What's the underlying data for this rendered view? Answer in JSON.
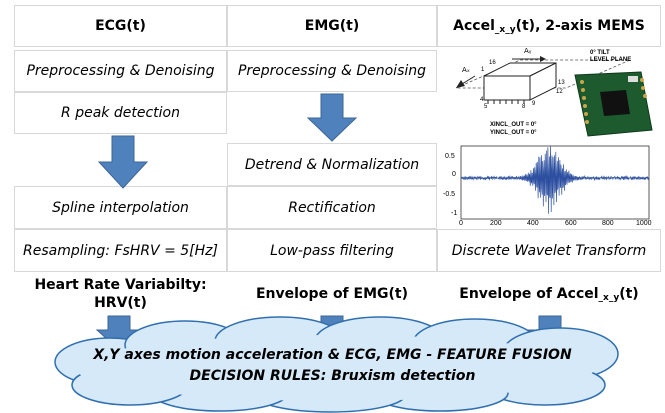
{
  "columns": {
    "ecg": {
      "header": "ECG(t)",
      "steps": [
        "Preprocessing & Denoising",
        "R peak detection",
        "Spline interpolation",
        "Resampling: FsHRV = 5[Hz]"
      ],
      "output_line1": "Heart Rate Variabilty:",
      "output_line2": "HRV(t)"
    },
    "emg": {
      "header": "EMG(t)",
      "steps": [
        "Preprocessing & Denoising",
        "Detrend & Normalization",
        "Rectification",
        "Low-pass filtering"
      ],
      "output": "Envelope of EMG(t)"
    },
    "accel": {
      "header_main": "Accel",
      "header_sub": "_x_y",
      "header_tail": "(t), 2-axis MEMS",
      "transform": "Discrete Wavelet Transform",
      "output_main": "Envelope of Accel",
      "output_sub": "_x_y",
      "output_tail": "(t)"
    }
  },
  "mems_figure": {
    "axis_ax": "Aₓ",
    "axis_ay": "Aᵧ",
    "pin_labels": [
      "1",
      "16",
      "4",
      "5",
      "8",
      "9",
      "13",
      "12"
    ],
    "tilt_label_1": "0° TILT",
    "tilt_label_2": "LEVEL PLANE",
    "xincl": "XINCL_OUT = 0°",
    "yincl": "YINCL_OUT = 0°"
  },
  "waveform_plot": {
    "y_ticks": [
      "0.5",
      "0",
      "-0.5",
      "-1"
    ],
    "x_ticks": [
      "0",
      "200",
      "400",
      "600",
      "800",
      "1000"
    ]
  },
  "fusion": {
    "line1": "X,Y axes motion acceleration & ECG, EMG - FEATURE FUSION",
    "line2": "DECISION RULES: Bruxism detection"
  },
  "colors": {
    "arrow_fill": "#4f81bd",
    "arrow_stroke": "#3c6596",
    "cloud_fill": "#d6e9f8",
    "cloud_stroke": "#2f6fb0",
    "signal": "#2c4fa0"
  }
}
